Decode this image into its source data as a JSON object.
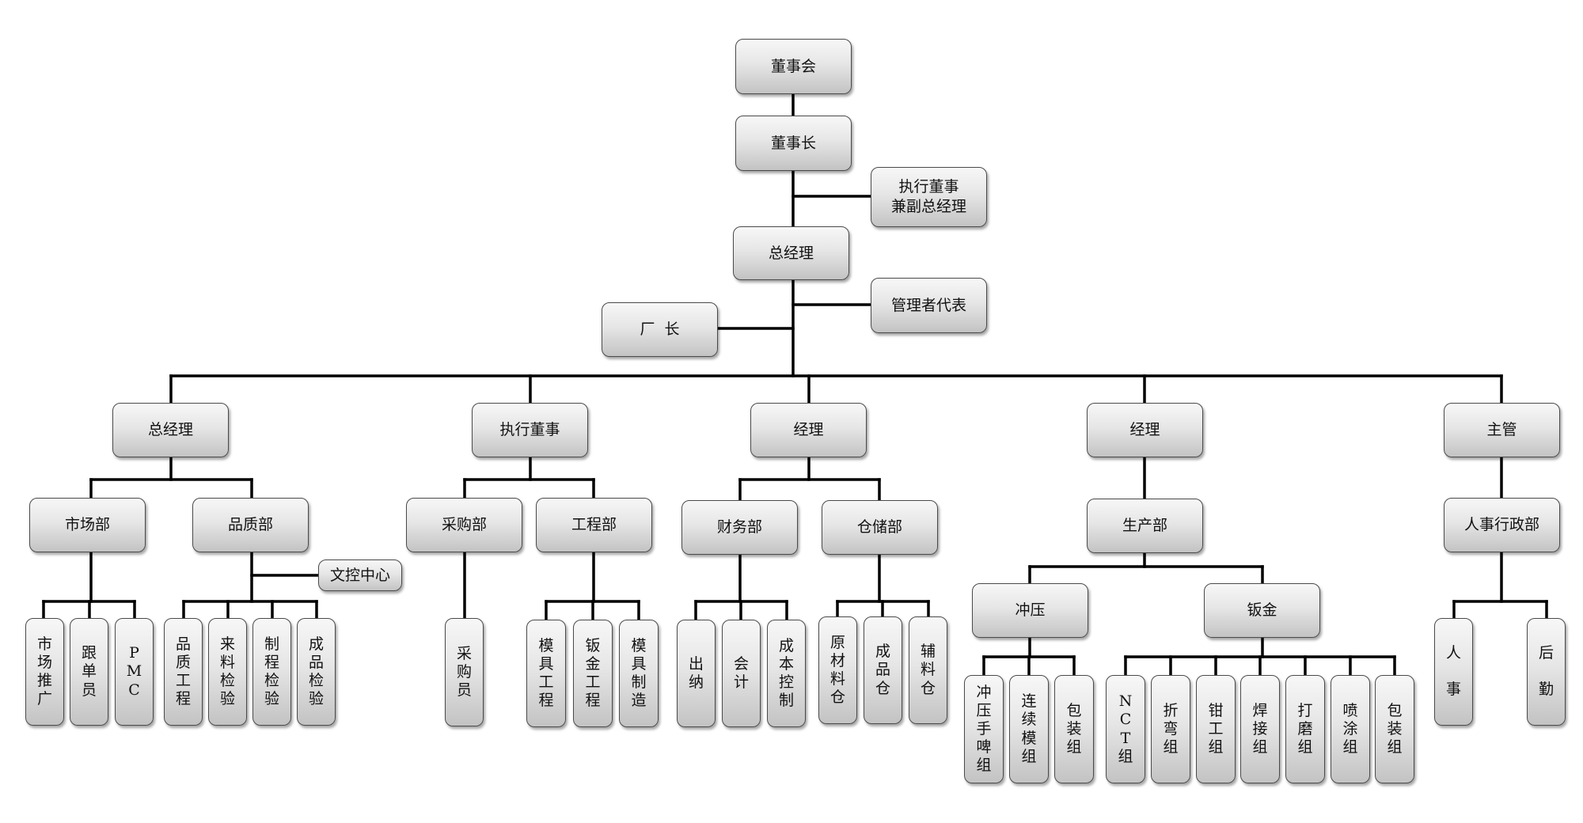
{
  "org_chart": {
    "root": "董事会",
    "chairman": "董事长",
    "exec_director_vgm": "执行董事\n兼副总经理",
    "general_manager": "总经理",
    "management_rep": "管理者代表",
    "factory_director": "厂  长",
    "branches": [
      {
        "head": "总经理"
      },
      {
        "head": "执行董事"
      },
      {
        "head": "经理"
      },
      {
        "head": "经理"
      },
      {
        "head": "主管"
      }
    ],
    "departments": {
      "market": "市场部",
      "quality": "品质部",
      "doc_center": "文控中心",
      "purchase": "采购部",
      "engineering": "工程部",
      "finance": "财务部",
      "warehouse": "仓储部",
      "production": "生产部",
      "hr_admin": "人事行政部"
    },
    "sub_units": {
      "stamping": "冲压",
      "sheet_metal": "钣金"
    },
    "teams": {
      "market": [
        "市场推广",
        "跟单员",
        "PMC"
      ],
      "quality": [
        "品质工程",
        "来料检验",
        "制程检验",
        "成品检验"
      ],
      "purchase": [
        "采购员"
      ],
      "engineering": [
        "模具工程",
        "钣金工程",
        "模具制造"
      ],
      "finance": [
        "出纳",
        "会计",
        "成本控制"
      ],
      "warehouse": [
        "原材料仓",
        "成品仓",
        "辅料仓"
      ],
      "stamping": [
        "冲压手啤组",
        "连续模组",
        "包装组"
      ],
      "sheet_metal": [
        "NCT组",
        "折弯组",
        "钳工组",
        "焊接组",
        "打磨组",
        "喷涂组",
        "包装组"
      ],
      "hr_admin": [
        "人事",
        "后勤"
      ]
    }
  }
}
